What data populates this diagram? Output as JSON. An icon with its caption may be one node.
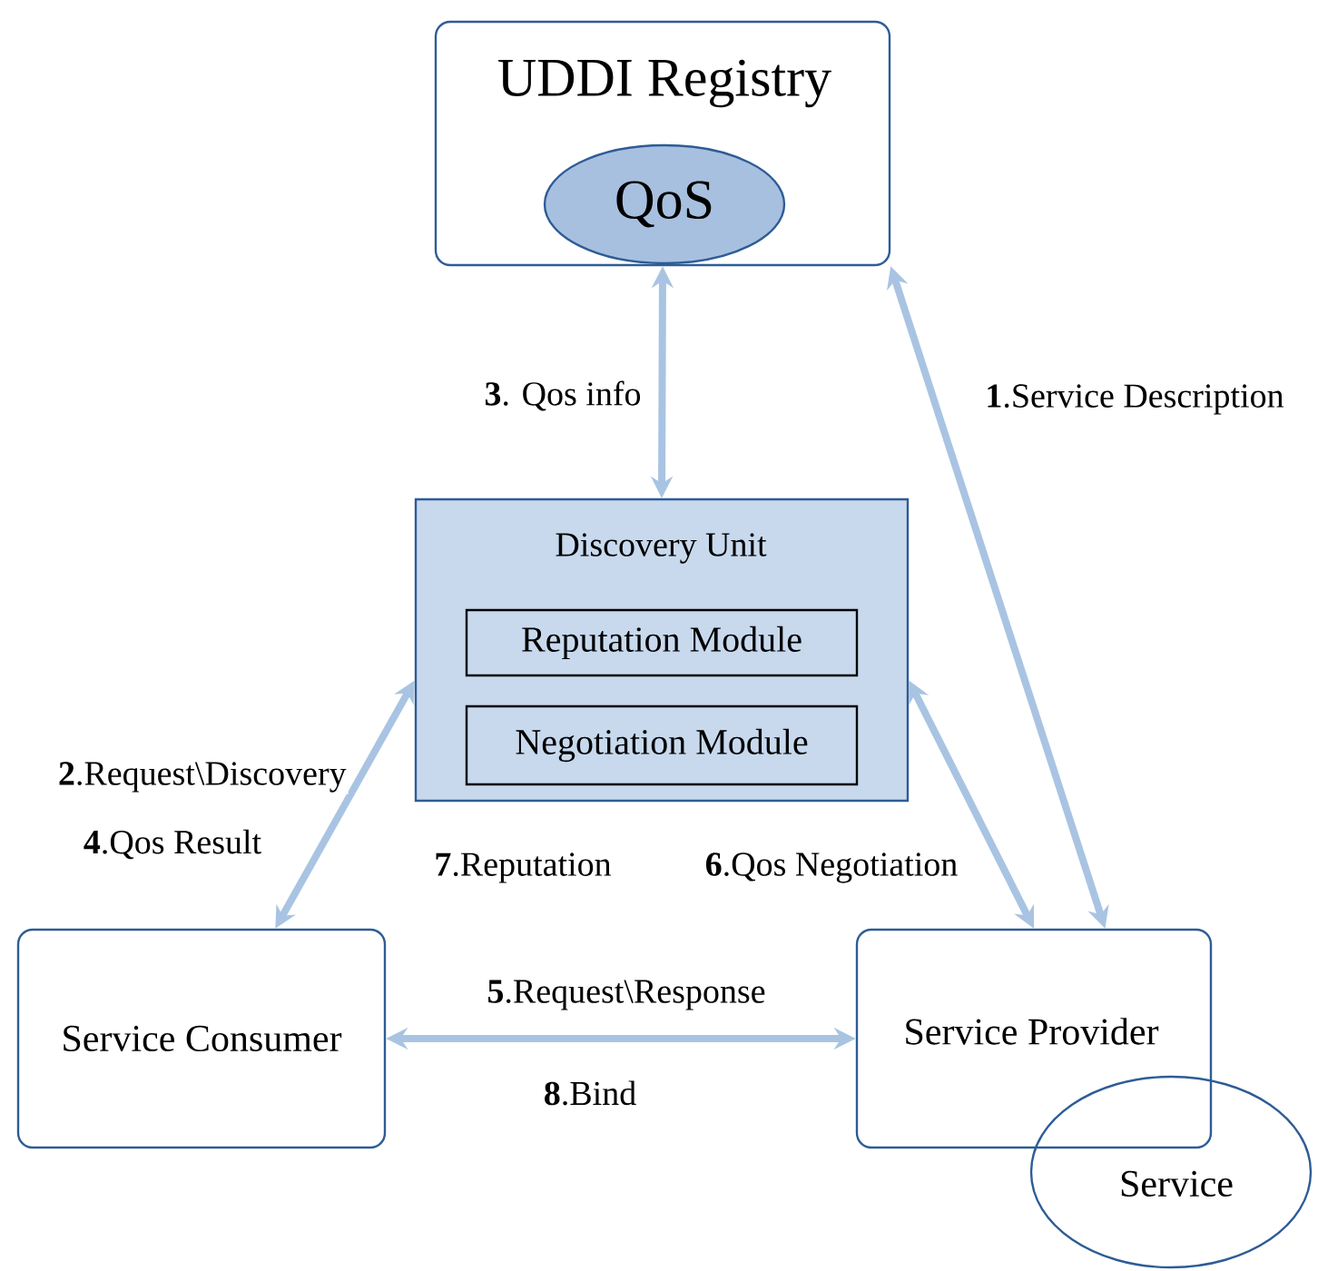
{
  "diagram": {
    "nodes": [
      {
        "text": [
          "UDDI Registry"
        ]
      },
      {
        "text": [
          "QoS"
        ],
        "in": 0
      },
      {
        "text": [
          "Discovery Unit"
        ]
      },
      {
        "text": [
          "Reputation Module"
        ],
        "in": 2
      },
      {
        "text": [
          "Negotiation Module"
        ],
        "in": 2
      },
      {
        "text": [
          "Service Consumer"
        ]
      },
      {
        "text": [
          "Service Provider"
        ]
      },
      {
        "text": [
          "Service"
        ]
      }
    ],
    "edges": [
      {
        "from": 2,
        "to": 0,
        "arrow": "both",
        "label": "**3**. Qos info"
      },
      {
        "from": 6,
        "to": 0,
        "arrow": "both",
        "label": "**1**.Service Description"
      },
      {
        "from": 5,
        "to": 2,
        "arrow": "both",
        "label": "**2**.Request\\Discovery"
      },
      {
        "from": 2,
        "to": 6,
        "arrow": "both",
        "label": "**6**.Qos Negotiation"
      },
      {
        "from": 5,
        "to": 6,
        "arrow": "both",
        "label": "**5**.Request\\Response"
      }
    ],
    "labels": [
      "**4**.Qos Result",
      "**7**.Reputation",
      "**8**.Bind"
    ]
  }
}
